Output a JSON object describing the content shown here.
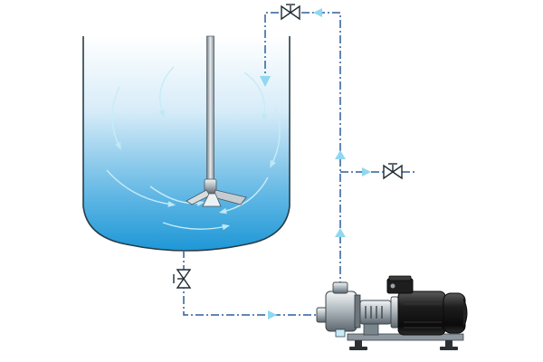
{
  "diagram": {
    "caption": "",
    "components": [
      {
        "id": "mixing-tank",
        "kind": "tank"
      },
      {
        "id": "agitator",
        "kind": "impeller-shaft"
      },
      {
        "id": "bottom-outlet-valve",
        "kind": "valve"
      },
      {
        "id": "return-line-valve",
        "kind": "valve"
      },
      {
        "id": "branch-outlet-valve",
        "kind": "valve"
      },
      {
        "id": "inline-mixer-pump",
        "kind": "pump-with-motor"
      }
    ],
    "flow_path": [
      "mixing-tank",
      "bottom-outlet-valve",
      "inline-mixer-pump",
      "return-line-valve",
      "mixing-tank"
    ],
    "branch": {
      "from": "return-line",
      "to": "branch-outlet-valve"
    }
  },
  "colors": {
    "liquid_top": "#ffffff",
    "liquid_bottom": "#1e97d6",
    "outline": "#2a3b46",
    "pipe": "#2e5f9a",
    "flow_arrow": "#8fd8f0",
    "swirl": "#c7ecf8",
    "motor_body": "#1b1b1b",
    "pump_metal": "#9aa4ab"
  }
}
